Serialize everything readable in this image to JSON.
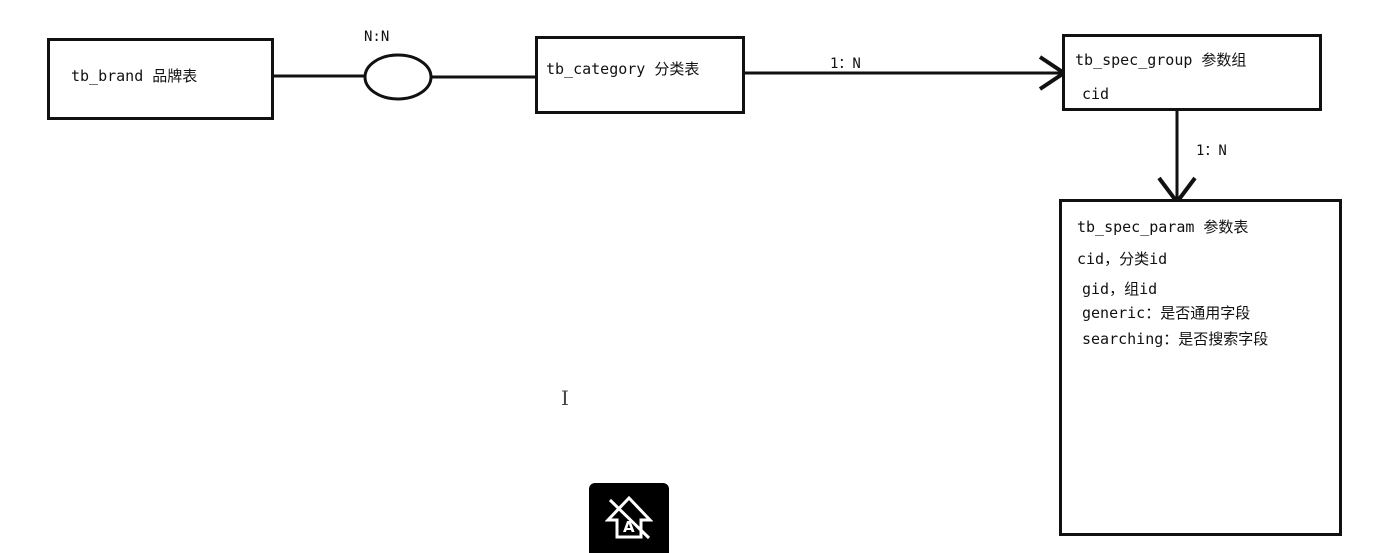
{
  "entities": {
    "brand": {
      "title": "tb_brand 品牌表"
    },
    "category": {
      "title": "tb_category 分类表"
    },
    "spec_group": {
      "title": "tb_spec_group 参数组",
      "fields": [
        "cid"
      ]
    },
    "spec_param": {
      "title": "tb_spec_param 参数表",
      "fields": [
        "cid，分类id",
        "gid，组id",
        "generic：是否通用字段",
        "searching：是否搜索字段"
      ]
    }
  },
  "relations": {
    "brand_category": "N:N",
    "category_group": "1：N",
    "group_param": "1：N"
  },
  "overlay": {
    "icon": "no-translate-icon"
  }
}
